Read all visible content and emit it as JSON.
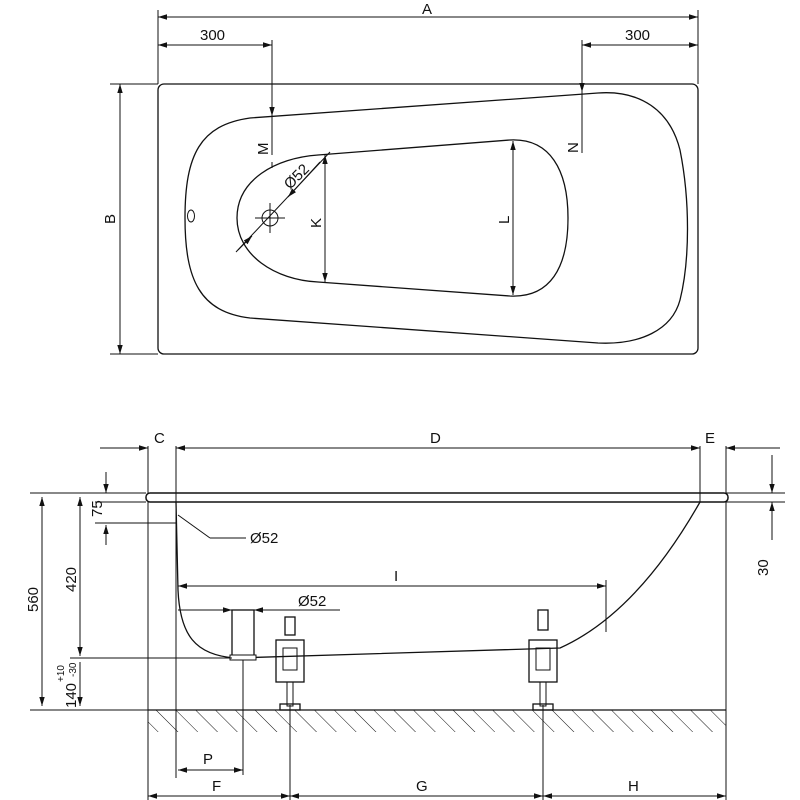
{
  "top_view": {
    "dim_A": "A",
    "dim_B": "B",
    "left_offset": "300",
    "right_offset": "300",
    "dim_M": "M",
    "dim_N": "N",
    "dim_K": "K",
    "dim_L": "L",
    "drain_diameter": "Ø52"
  },
  "side_view": {
    "dim_C": "C",
    "dim_D": "D",
    "dim_E": "E",
    "dim_F": "F",
    "dim_G": "G",
    "dim_H": "H",
    "dim_I": "I",
    "dim_P": "P",
    "overflow_diameter": "Ø52",
    "waste_diameter": "Ø52",
    "height_560": "560",
    "height_420": "420",
    "height_75": "75",
    "height_30": "30",
    "height_140": "140",
    "tol_plus": "+10",
    "tol_minus": "-30"
  }
}
